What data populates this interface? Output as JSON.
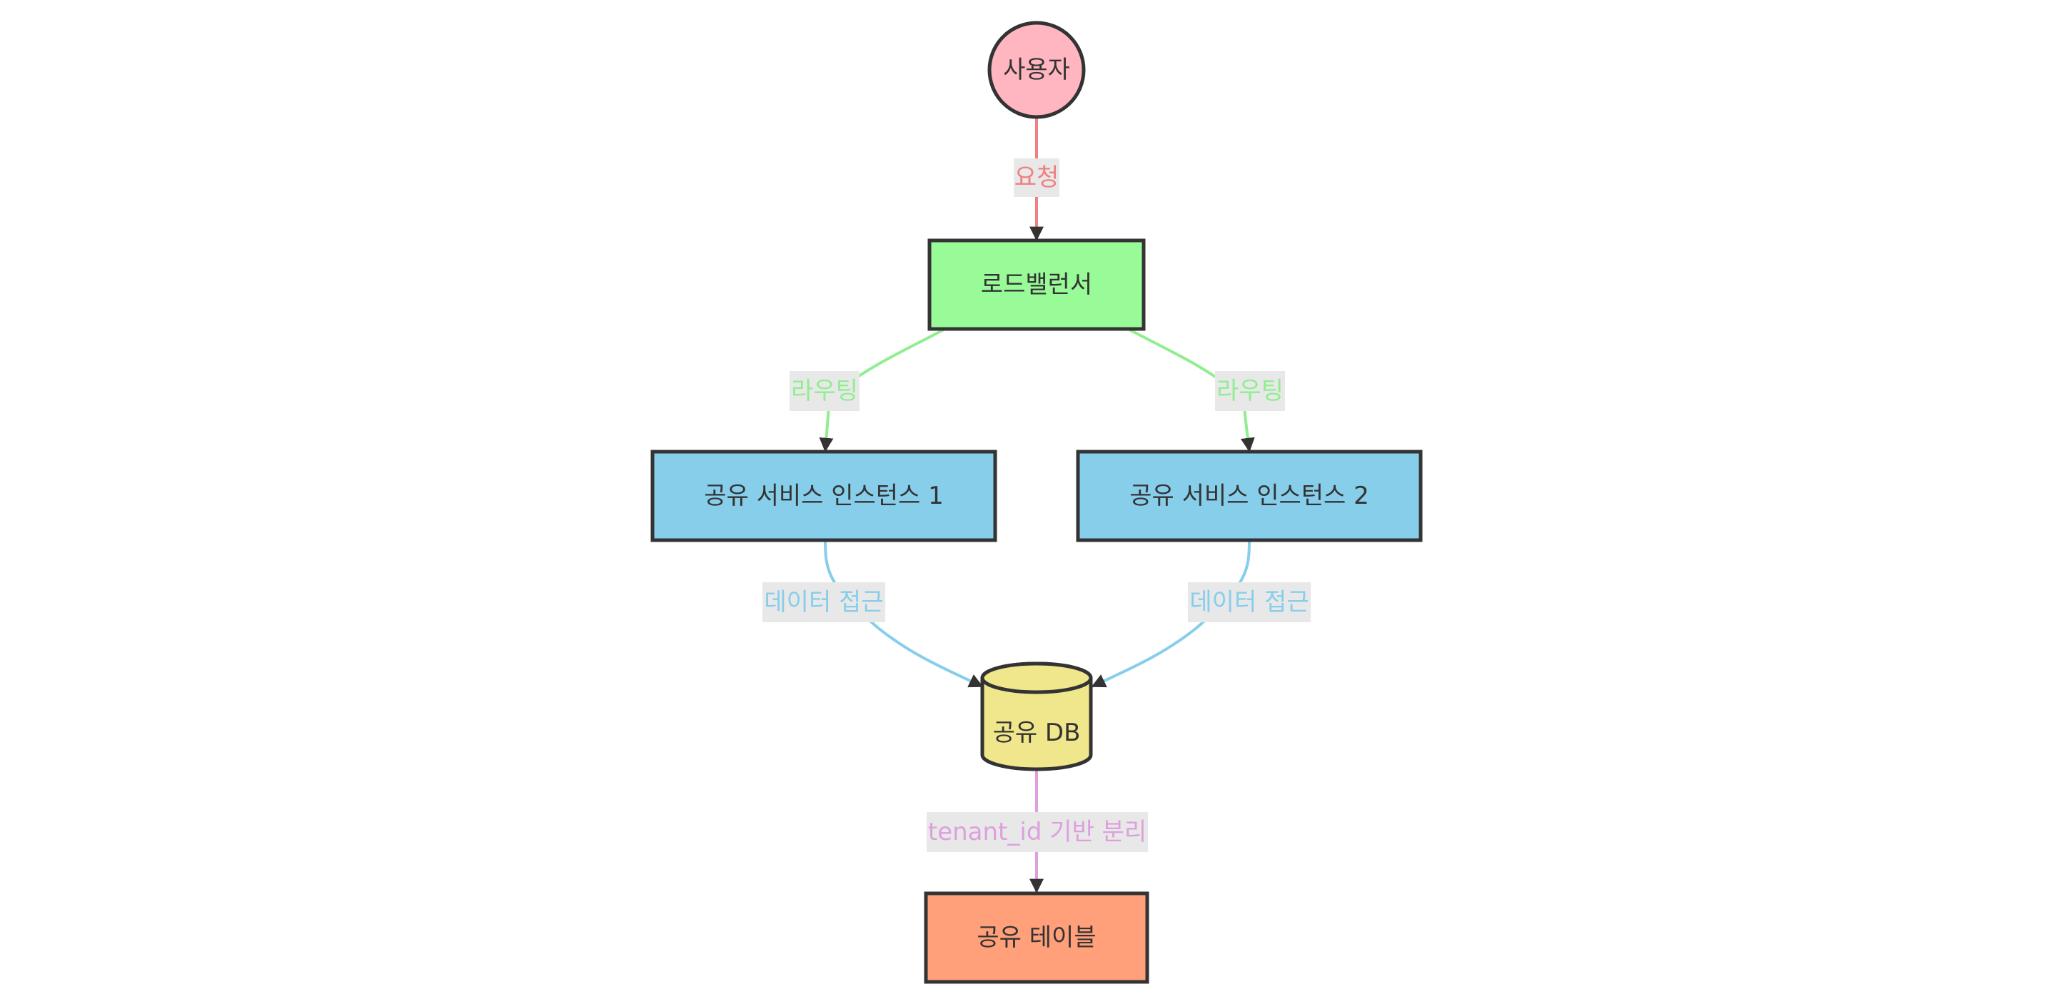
{
  "nodes": {
    "user": {
      "label": "사용자",
      "fill": "#FFB6C1"
    },
    "lb": {
      "label": "로드밸런서",
      "fill": "#98FB98"
    },
    "svc1": {
      "label": "공유 서비스 인스턴스 1",
      "fill": "#87CEEB"
    },
    "svc2": {
      "label": "공유 서비스 인스턴스 2",
      "fill": "#87CEEB"
    },
    "db": {
      "label": "공유 DB",
      "fill": "#F0E68C"
    },
    "table": {
      "label": "공유 테이블",
      "fill": "#FFA07A"
    }
  },
  "edges": {
    "user_lb": {
      "label": "요청",
      "color": "#F08080"
    },
    "lb_svc1": {
      "label": "라우팅",
      "color": "#90EE90"
    },
    "lb_svc2": {
      "label": "라우팅",
      "color": "#90EE90"
    },
    "svc1_db": {
      "label": "데이터 접근",
      "color": "#87CEEB"
    },
    "svc2_db": {
      "label": "데이터 접근",
      "color": "#87CEEB"
    },
    "db_table": {
      "label": "tenant_id 기반 분리",
      "color": "#DDA0DD"
    }
  },
  "edge_label_background": "#e8e8e8"
}
